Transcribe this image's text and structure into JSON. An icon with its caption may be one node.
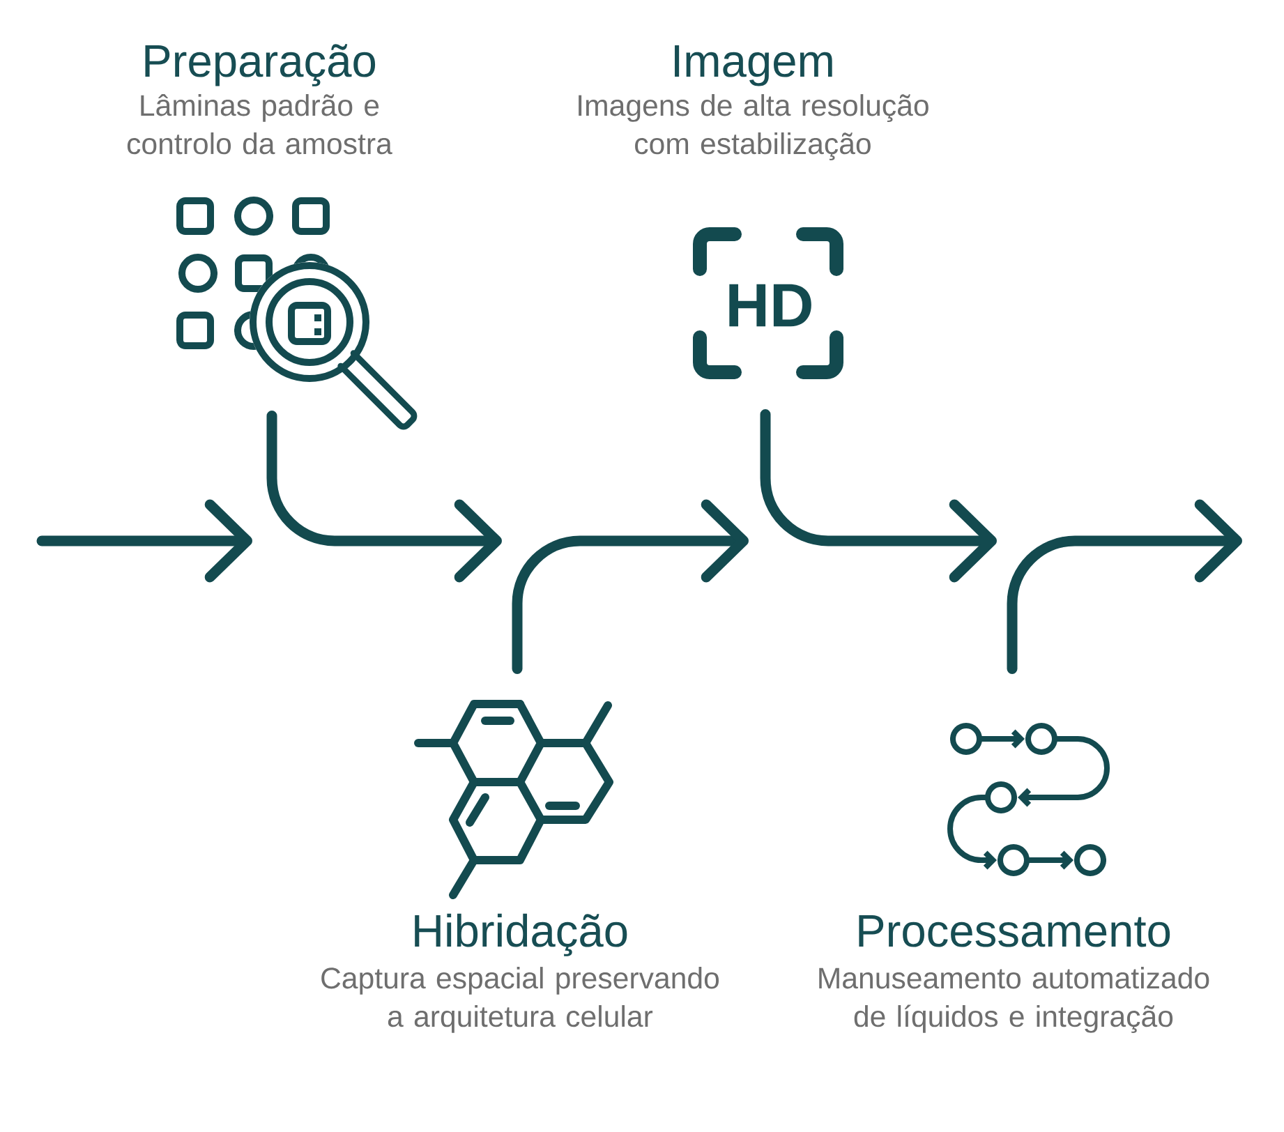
{
  "diagram": {
    "nodes": [
      {
        "text": [
          "Preparação",
          "Lâminas padrão e controlo da amostra"
        ]
      },
      {
        "text": [
          "Hibridação",
          "Captura espacial preservando a arquitetura celular"
        ]
      },
      {
        "text": [
          "Imagem",
          "Imagens de alta resolução com estabilização",
          "HD"
        ]
      },
      {
        "text": [
          "Processamento",
          "Manuseamento automatizado de líquidos e integração"
        ]
      }
    ],
    "edges": [
      {
        "from": 0,
        "to": null,
        "arrow": "to"
      },
      {
        "from": 1,
        "to": null,
        "arrow": "to"
      },
      {
        "from": 2,
        "to": null,
        "arrow": "to"
      },
      {
        "from": 3,
        "to": null,
        "arrow": "to"
      }
    ]
  }
}
